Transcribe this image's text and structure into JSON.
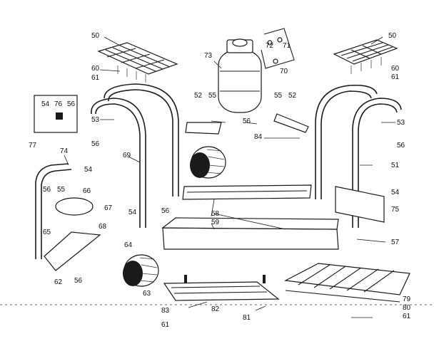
{
  "labels": {
    "l50a": "50",
    "l50b": "50",
    "l60a": "60",
    "l60b": "60",
    "l61a": "61",
    "l61b": "61",
    "l61c": "61",
    "l61d": "61",
    "l73": "73",
    "l72": "72",
    "l71": "71",
    "l70": "70",
    "l52a": "52",
    "l52b": "52",
    "l55a": "55",
    "l55b": "55",
    "l54a": "54",
    "l54b": "54",
    "l54c": "54",
    "l54d": "54",
    "l76": "76",
    "l56a": "56",
    "l56b": "56",
    "l56c": "56",
    "l56d": "56",
    "l56e": "56",
    "l56f": "56",
    "l56g": "56",
    "l53a": "53",
    "l53b": "53",
    "l84": "84",
    "l77": "77",
    "l74": "74",
    "l69": "69",
    "l51": "51",
    "l55c": "55",
    "l66": "66",
    "l67": "67",
    "l68": "68",
    "l65": "65",
    "l62": "62",
    "l58": "58",
    "l59": "59",
    "l75": "75",
    "l57": "57",
    "l64": "64",
    "l63": "63",
    "l79": "79",
    "l80": "80",
    "l83": "83",
    "l82": "82",
    "l81": "81"
  }
}
